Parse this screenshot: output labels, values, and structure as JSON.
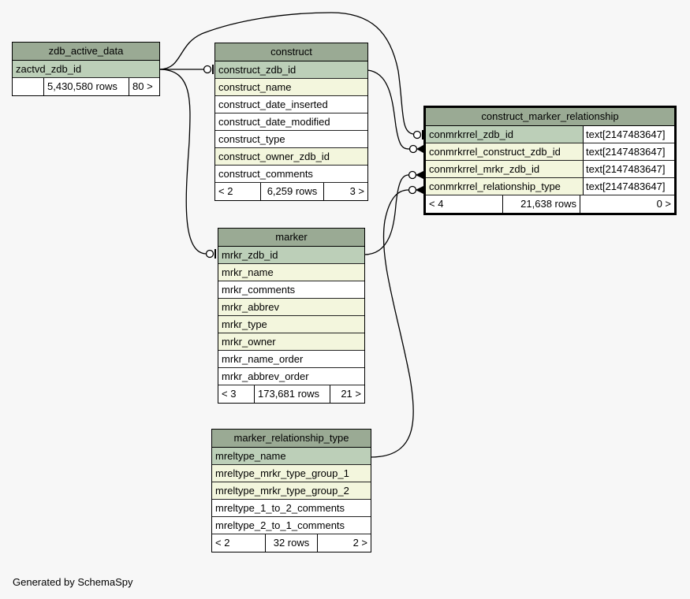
{
  "credit": "Generated by SchemaSpy",
  "tables": {
    "zdb_active_data": {
      "name": "zdb_active_data",
      "columns": [
        {
          "name": "zactvd_zdb_id",
          "kind": "pk"
        }
      ],
      "footer": {
        "parents": "",
        "rows": "5,430,580 rows",
        "children": "80 >"
      }
    },
    "construct": {
      "name": "construct",
      "columns": [
        {
          "name": "construct_zdb_id",
          "kind": "pk"
        },
        {
          "name": "construct_name",
          "kind": "fk"
        },
        {
          "name": "construct_date_inserted",
          "kind": "plain"
        },
        {
          "name": "construct_date_modified",
          "kind": "plain"
        },
        {
          "name": "construct_type",
          "kind": "plain"
        },
        {
          "name": "construct_owner_zdb_id",
          "kind": "fk"
        },
        {
          "name": "construct_comments",
          "kind": "plain"
        }
      ],
      "footer": {
        "parents": "< 2",
        "rows": "6,259 rows",
        "children": "3 >"
      }
    },
    "construct_marker_relationship": {
      "name": "construct_marker_relationship",
      "columns": [
        {
          "name": "conmrkrrel_zdb_id",
          "type": "text[2147483647]",
          "kind": "pk"
        },
        {
          "name": "conmrkrrel_construct_zdb_id",
          "type": "text[2147483647]",
          "kind": "fk"
        },
        {
          "name": "conmrkrrel_mrkr_zdb_id",
          "type": "text[2147483647]",
          "kind": "fk"
        },
        {
          "name": "conmrkrrel_relationship_type",
          "type": "text[2147483647]",
          "kind": "fk"
        }
      ],
      "footer": {
        "parents": "< 4",
        "rows": "21,638 rows",
        "children": "0 >"
      }
    },
    "marker": {
      "name": "marker",
      "columns": [
        {
          "name": "mrkr_zdb_id",
          "kind": "pk"
        },
        {
          "name": "mrkr_name",
          "kind": "fk"
        },
        {
          "name": "mrkr_comments",
          "kind": "plain"
        },
        {
          "name": "mrkr_abbrev",
          "kind": "fk"
        },
        {
          "name": "mrkr_type",
          "kind": "fk"
        },
        {
          "name": "mrkr_owner",
          "kind": "fk"
        },
        {
          "name": "mrkr_name_order",
          "kind": "plain"
        },
        {
          "name": "mrkr_abbrev_order",
          "kind": "plain"
        }
      ],
      "footer": {
        "parents": "< 3",
        "rows": "173,681 rows",
        "children": "21 >"
      }
    },
    "marker_relationship_type": {
      "name": "marker_relationship_type",
      "columns": [
        {
          "name": "mreltype_name",
          "kind": "pk"
        },
        {
          "name": "mreltype_mrkr_type_group_1",
          "kind": "fk"
        },
        {
          "name": "mreltype_mrkr_type_group_2",
          "kind": "fk"
        },
        {
          "name": "mreltype_1_to_2_comments",
          "kind": "plain"
        },
        {
          "name": "mreltype_2_to_1_comments",
          "kind": "plain"
        }
      ],
      "footer": {
        "parents": "< 2",
        "rows": "32 rows",
        "children": "2 >"
      }
    }
  },
  "relationships": [
    {
      "from": "zdb_active_data.zactvd_zdb_id",
      "to": "construct.construct_zdb_id"
    },
    {
      "from": "zdb_active_data.zactvd_zdb_id",
      "to": "marker.mrkr_zdb_id"
    },
    {
      "from": "zdb_active_data.zactvd_zdb_id",
      "to": "construct_marker_relationship.conmrkrrel_zdb_id"
    },
    {
      "from": "construct.construct_zdb_id",
      "to": "construct_marker_relationship.conmrkrrel_construct_zdb_id"
    },
    {
      "from": "marker.mrkr_zdb_id",
      "to": "construct_marker_relationship.conmrkrrel_mrkr_zdb_id"
    },
    {
      "from": "marker_relationship_type.mreltype_name",
      "to": "construct_marker_relationship.conmrkrrel_relationship_type"
    }
  ]
}
